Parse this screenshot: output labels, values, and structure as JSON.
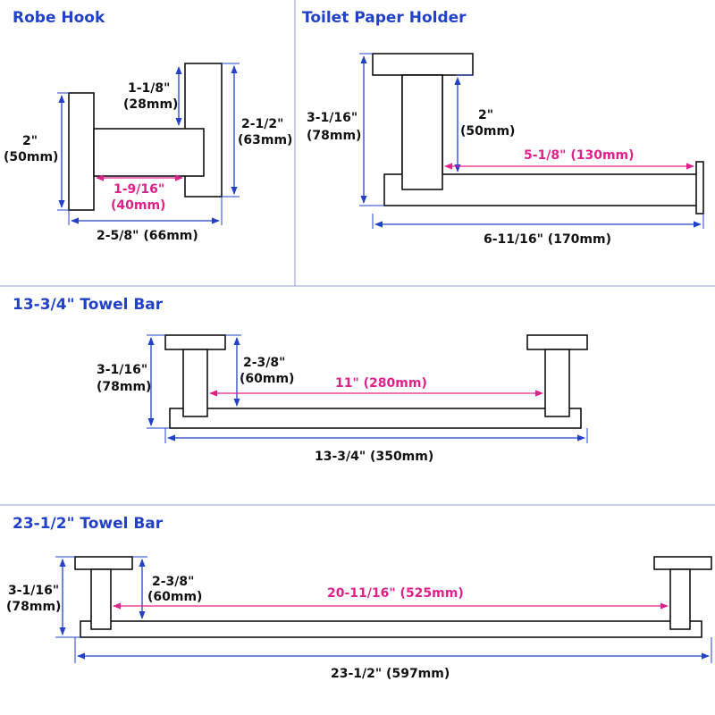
{
  "colors": {
    "title": "#2142c8",
    "dimension": "#2142c8",
    "inner_dimension": "#e0218a",
    "outline": "#111111"
  },
  "robe_hook": {
    "title": "Robe Hook",
    "height_in": "2\"",
    "height_mm": "(50mm)",
    "arm_in": "1-1/8\"",
    "arm_mm": "(28mm)",
    "total_height_in": "2-1/2\"",
    "total_height_mm": "(63mm)",
    "depth_in": "1-9/16\"",
    "depth_mm": "(40mm)",
    "width": "2-5/8\" (66mm)"
  },
  "toilet_paper_holder": {
    "title": "Toilet Paper Holder",
    "height_in": "3-1/16\"",
    "height_mm": "(78mm)",
    "offset_in": "2\"",
    "offset_mm": "(50mm)",
    "inner_length": "5-1/8\" (130mm)",
    "width": "6-11/16\" (170mm)"
  },
  "towel_bar_small": {
    "title": "13-3/4\" Towel Bar",
    "height_in": "3-1/16\"",
    "height_mm": "(78mm)",
    "offset_in": "2-3/8\"",
    "offset_mm": "(60mm)",
    "inner_length": "11\" (280mm)",
    "width": "13-3/4\" (350mm)"
  },
  "towel_bar_large": {
    "title": "23-1/2\" Towel Bar",
    "height_in": "3-1/16\"",
    "height_mm": "(78mm)",
    "offset_in": "2-3/8\"",
    "offset_mm": "(60mm)",
    "inner_length": "20-11/16\" (525mm)",
    "width": "23-1/2\" (597mm)"
  }
}
